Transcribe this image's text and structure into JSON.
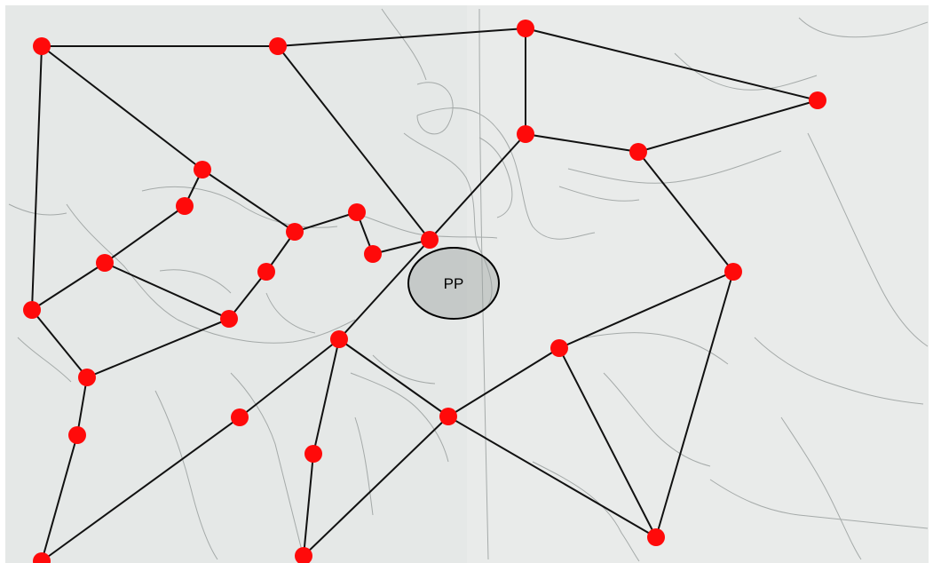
{
  "diagram": {
    "center_label": "PP",
    "colors": {
      "node": "#ff0a0a",
      "edge": "#111111",
      "map_paper": "#e9ebea",
      "map_ink": "#8f9594",
      "center_fill": "#9ea3a2"
    },
    "nodes": [
      {
        "id": "n1"
      },
      {
        "id": "n2"
      },
      {
        "id": "n3"
      },
      {
        "id": "n4"
      },
      {
        "id": "n5"
      },
      {
        "id": "n6"
      },
      {
        "id": "n7"
      },
      {
        "id": "n8"
      },
      {
        "id": "n9"
      },
      {
        "id": "n10"
      },
      {
        "id": "n11"
      },
      {
        "id": "n12"
      },
      {
        "id": "n13"
      },
      {
        "id": "n14"
      },
      {
        "id": "n15"
      },
      {
        "id": "n16"
      },
      {
        "id": "n17"
      },
      {
        "id": "n18"
      },
      {
        "id": "n19"
      },
      {
        "id": "n20"
      },
      {
        "id": "n21"
      },
      {
        "id": "n22"
      },
      {
        "id": "n23"
      },
      {
        "id": "n24"
      },
      {
        "id": "n25"
      },
      {
        "id": "n26"
      },
      {
        "id": "n27"
      },
      {
        "id": "n28"
      }
    ],
    "edges": [
      [
        "n1",
        "n2"
      ],
      [
        "n2",
        "n3"
      ],
      [
        "n3",
        "n4"
      ],
      [
        "n3",
        "n5"
      ],
      [
        "n5",
        "n6"
      ],
      [
        "n4",
        "n6"
      ],
      [
        "n6",
        "n7"
      ],
      [
        "n7",
        "n8"
      ],
      [
        "n2",
        "n13"
      ],
      [
        "n1",
        "n10"
      ],
      [
        "n10",
        "n11"
      ],
      [
        "n11",
        "n9"
      ],
      [
        "n11",
        "n12"
      ],
      [
        "n12",
        "n13"
      ],
      [
        "n13",
        "n14"
      ],
      [
        "n14",
        "n15"
      ],
      [
        "n15",
        "n16"
      ],
      [
        "n1",
        "n17"
      ],
      [
        "n17",
        "n18"
      ],
      [
        "n18",
        "n21"
      ],
      [
        "n17",
        "n19"
      ],
      [
        "n19",
        "n20"
      ],
      [
        "n20",
        "n21"
      ],
      [
        "n21",
        "n22"
      ],
      [
        "n22",
        "n23"
      ],
      [
        "n23",
        "n27"
      ],
      [
        "n5",
        "n24"
      ],
      [
        "n24",
        "n25"
      ],
      [
        "n24",
        "n26"
      ],
      [
        "n25",
        "n28"
      ],
      [
        "n26",
        "n28"
      ],
      [
        "n26",
        "n27"
      ],
      [
        "n8",
        "n28"
      ],
      [
        "n7",
        "n8"
      ]
    ]
  }
}
